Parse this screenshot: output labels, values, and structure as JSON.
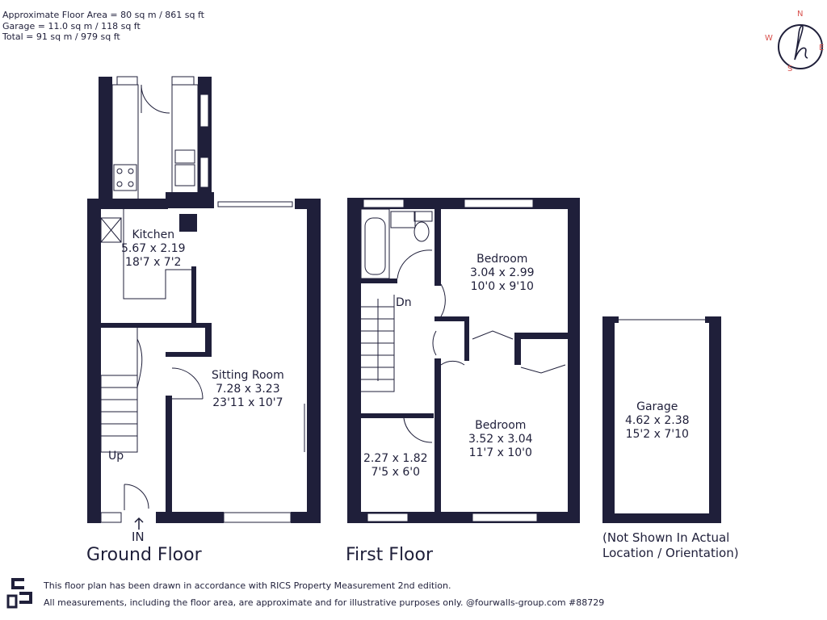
{
  "areas": [
    "Approximate Floor Area = 80 sq m / 861 sq ft",
    "Garage = 11.0 sq m / 118 sq ft",
    "Total = 91 sq m / 979 sq ft"
  ],
  "compass": {
    "n": "N",
    "e": "E",
    "s": "S",
    "w": "W",
    "logo_letter": "h"
  },
  "ground_floor": {
    "title": "Ground Floor",
    "kitchen": {
      "name": "Kitchen",
      "metric": "5.67 x 2.19",
      "imperial": "18'7 x 7'2"
    },
    "sitting_room": {
      "name": "Sitting Room",
      "metric": "7.28 x 3.23",
      "imperial": "23'11 x 10'7"
    },
    "up_label": "Up",
    "entrance_label": "IN"
  },
  "first_floor": {
    "title": "First Floor",
    "bedroom1": {
      "name": "Bedroom",
      "metric": "3.04 x 2.99",
      "imperial": "10'0 x 9'10"
    },
    "bedroom2": {
      "name": "Bedroom",
      "metric": "3.52 x 3.04",
      "imperial": "11'7 x 10'0"
    },
    "bedroom3": {
      "metric": "2.27 x 1.82",
      "imperial": "7'5 x 6'0"
    },
    "down_label": "Dn"
  },
  "garage": {
    "name": "Garage",
    "metric": "4.62 x 2.38",
    "imperial": "15'2 x 7'10"
  },
  "garage_note": [
    "(Not Shown In Actual",
    "Location / Orientation)"
  ],
  "footer": [
    "This floor plan has been drawn in accordance with RICS Property Measurement 2nd edition.",
    "All measurements, including the floor area, are approximate and for illustrative purposes only. @fourwalls-group.com #88729"
  ],
  "colors": {
    "wall": "#1f1f3a",
    "accent": "#d9534f",
    "text": "#1f1f3a"
  }
}
